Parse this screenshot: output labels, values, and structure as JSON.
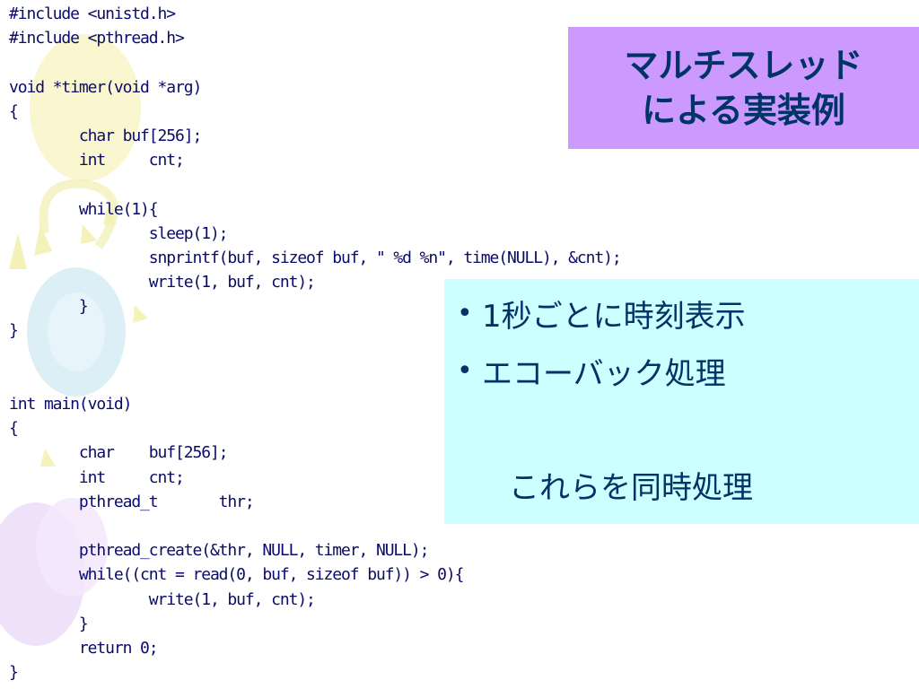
{
  "title": {
    "line1": "マルチスレッド",
    "line2": "による実装例"
  },
  "bullets": [
    "1秒ごとに時刻表示",
    "エコーバック処理"
  ],
  "note": "これらを同時処理",
  "code": [
    "#include <unistd.h>",
    "#include <pthread.h>",
    "",
    "void *timer(void *arg)",
    "{",
    "        char buf[256];",
    "        int     cnt;",
    "",
    "        while(1){",
    "                sleep(1);",
    "                snprintf(buf, sizeof buf, \" %d %n\", time(NULL), &cnt);",
    "                write(1, buf, cnt);",
    "        }",
    "}",
    "",
    "",
    "int main(void)",
    "{",
    "        char    buf[256];",
    "        int     cnt;",
    "        pthread_t       thr;",
    "",
    "        pthread_create(&thr, NULL, timer, NULL);",
    "        while((cnt = read(0, buf, sizeof buf)) > 0){",
    "                write(1, buf, cnt);",
    "        }",
    "        return 0;",
    "}"
  ],
  "colors": {
    "title_bg": "#cc99ff",
    "info_bg": "#ccffff",
    "text": "#003366",
    "code_text": "#0a0a6a"
  },
  "background_decoration": "pastel-balloons"
}
